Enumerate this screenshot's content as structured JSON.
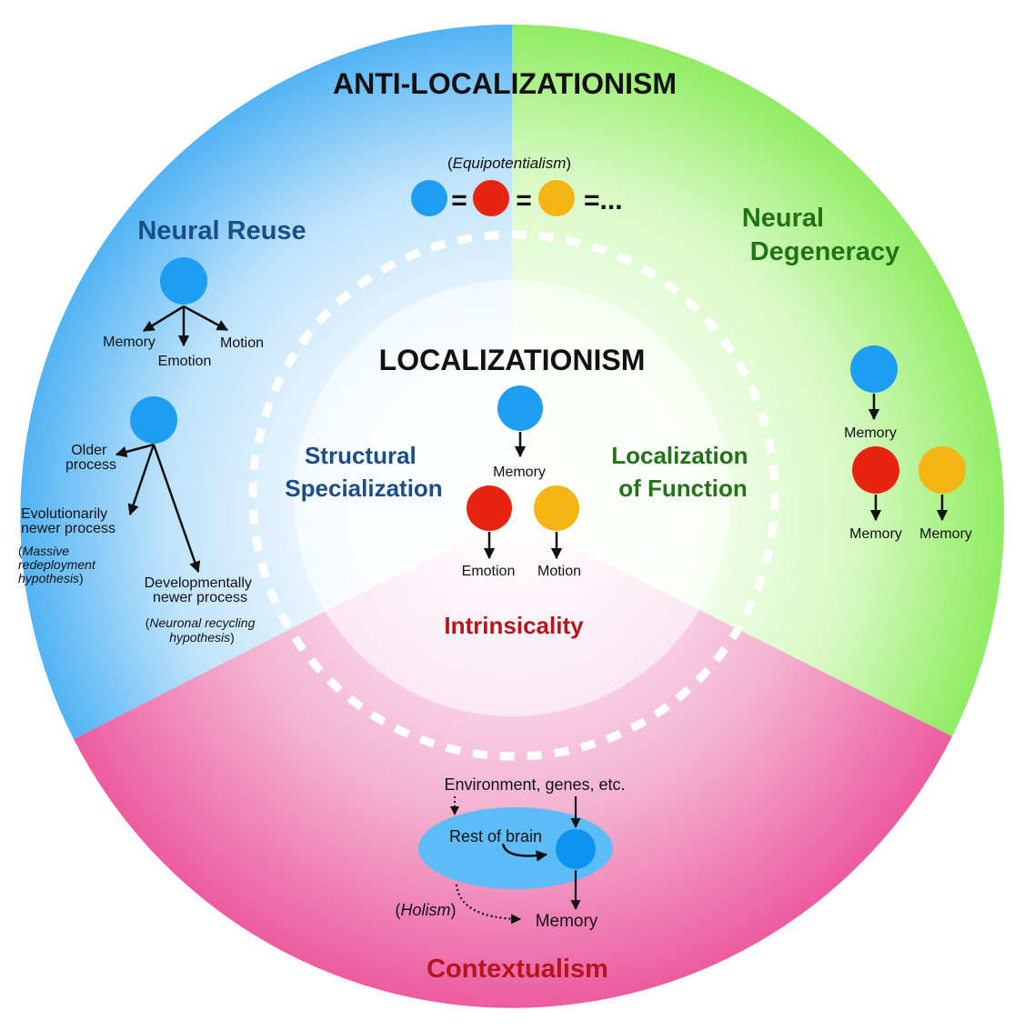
{
  "title_outer": "ANTI-LOCALIZATIONISM",
  "title_inner": "LOCALIZATIONISM",
  "colors": {
    "blue_node": "#1e9ef2",
    "red_node": "#e8230f",
    "yellow_node": "#f4b515",
    "blue_label": "#1a4e86",
    "green_label": "#227318",
    "red_label": "#b5151b",
    "sector_blue": "#5bb8f5",
    "sector_green": "#94ee6a",
    "sector_pink": "#ee5fa1",
    "brain_ellipse": "#5bbcf8"
  },
  "equipotentialism": {
    "label_open": "(",
    "label": "Equipotentialism",
    "label_close": ")",
    "equals": "=",
    "ellipsis": "=..."
  },
  "neural_reuse": {
    "title": "Neural Reuse",
    "diagram1": {
      "outputs": [
        "Memory",
        "Emotion",
        "Motion"
      ]
    },
    "diagram2": {
      "older": [
        "Older",
        "process"
      ],
      "evolutionary": [
        "Evolutionarily",
        "newer process"
      ],
      "evolutionary_note": [
        "Massive",
        "redeployment",
        "hypothesis"
      ],
      "developmental": [
        "Developmentally",
        "newer process"
      ],
      "developmental_note": [
        "Neuronal recycling",
        "hypothesis"
      ]
    }
  },
  "neural_degeneracy": {
    "title": [
      "Neural",
      "Degeneracy"
    ],
    "outputs": [
      "Memory",
      "Memory",
      "Memory"
    ]
  },
  "localizationism": {
    "structural": [
      "Structural",
      "Specialization"
    ],
    "localization": [
      "Localization",
      "of Function"
    ],
    "intrinsicality": "Intrinsicality",
    "outputs": [
      "Memory",
      "Emotion",
      "Motion"
    ]
  },
  "contextualism": {
    "title": "Contextualism",
    "environment": "Environment, genes, etc.",
    "rest_of_brain": "Rest of brain",
    "holism": "Holism",
    "output": "Memory"
  }
}
